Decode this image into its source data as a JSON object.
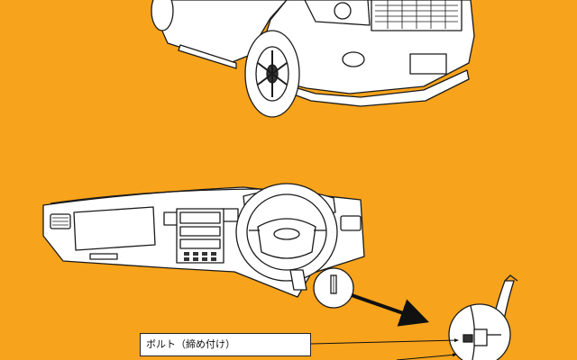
{
  "background_color": "#f7a31c",
  "line_color": "#1a1a1a",
  "fill_color": "#ffffff",
  "illustrations": {
    "vehicle": "suv-front-view",
    "dashboard": "instrument-panel-with-steering-wheel",
    "detail": "steering-column-bolt-closeup"
  },
  "callout": {
    "label": "ボルト（締め付け）"
  }
}
